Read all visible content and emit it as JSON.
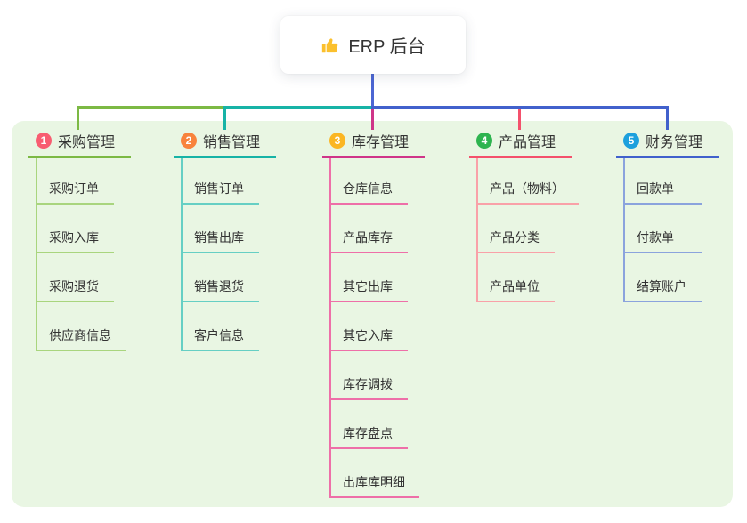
{
  "root": {
    "label": "ERP 后台",
    "icon": "thumbs-up"
  },
  "panel_background": "#e9f6e3",
  "connector_colors": {
    "stem": "#4c66d3",
    "green": "#7cb944",
    "teal": "#17b3a6",
    "magenta": "#cf3589",
    "red": "#f4516c",
    "blue": "#4161cc"
  },
  "branches": [
    {
      "number": "1",
      "label": "采购管理",
      "colors": {
        "badge": "#f85d71",
        "line": "#7cb944",
        "subline": "#a9d57e"
      },
      "children": [
        "采购订单",
        "采购入库",
        "采购退货",
        "供应商信息"
      ]
    },
    {
      "number": "2",
      "label": "销售管理",
      "colors": {
        "badge": "#f8833c",
        "line": "#17b3a6",
        "subline": "#66cfc4"
      },
      "children": [
        "销售订单",
        "销售出库",
        "销售退货",
        "客户信息"
      ]
    },
    {
      "number": "3",
      "label": "库存管理",
      "colors": {
        "badge": "#fbb623",
        "line": "#cf3589",
        "subline": "#ee6fa8"
      },
      "children": [
        "仓库信息",
        "产品库存",
        "其它出库",
        "其它入库",
        "库存调拨",
        "库存盘点",
        "出库库明细"
      ]
    },
    {
      "number": "4",
      "label": "产品管理",
      "colors": {
        "badge": "#2eb44f",
        "line": "#f4516c",
        "subline": "#f9a1a8"
      },
      "children": [
        "产品（物料）",
        "产品分类",
        "产品单位"
      ]
    },
    {
      "number": "5",
      "label": "财务管理",
      "colors": {
        "badge": "#1ca0dd",
        "line": "#4161cc",
        "subline": "#8ba3dd"
      },
      "children": [
        "回款单",
        "付款单",
        "结算账户"
      ]
    }
  ]
}
